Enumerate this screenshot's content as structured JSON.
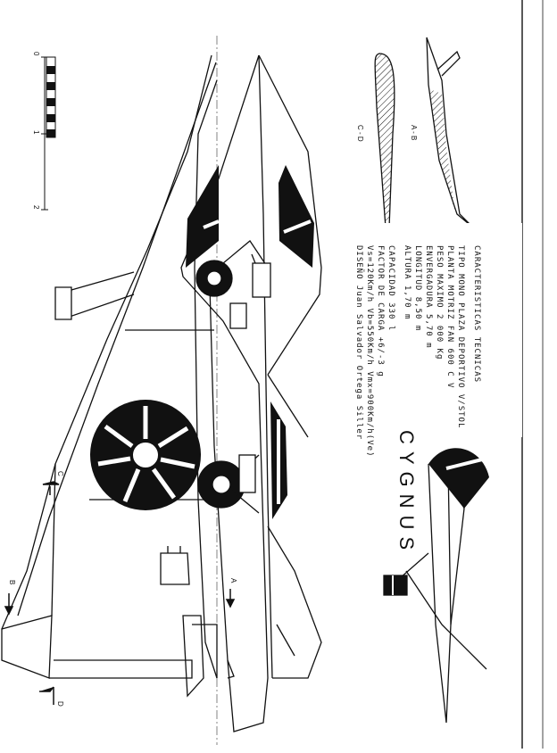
{
  "title": "CYGNUS",
  "specs": {
    "heading": "CARACTERISTICAS TECNICAS",
    "lines": [
      "TIPO MONO PLAZA DEPORTIVO V/STOL",
      "PLANTA MOTRIZ FAN 600 C V",
      "PESO MAXIMO 2 000 Kg",
      "ENVERGADURA  5,70 m",
      "LONGITUD     8,50 m",
      "ALTURA       1,70 m",
      "CAPACIDAD       330 l",
      "FACTOR DE CARGA +6/-3 g",
      "Vs=120Km/h Vb=550Km/h Vmx=900Km/h(Ve)",
      "DISEÑO Juan Salvador Ortega Siller"
    ]
  },
  "sections": {
    "ab": "A - B",
    "cd": "C - D"
  },
  "cut_markers": {
    "a": "A",
    "b": "B",
    "c": "C",
    "d": "D"
  },
  "scale": {
    "ticks": [
      "0",
      "1",
      "2"
    ]
  }
}
